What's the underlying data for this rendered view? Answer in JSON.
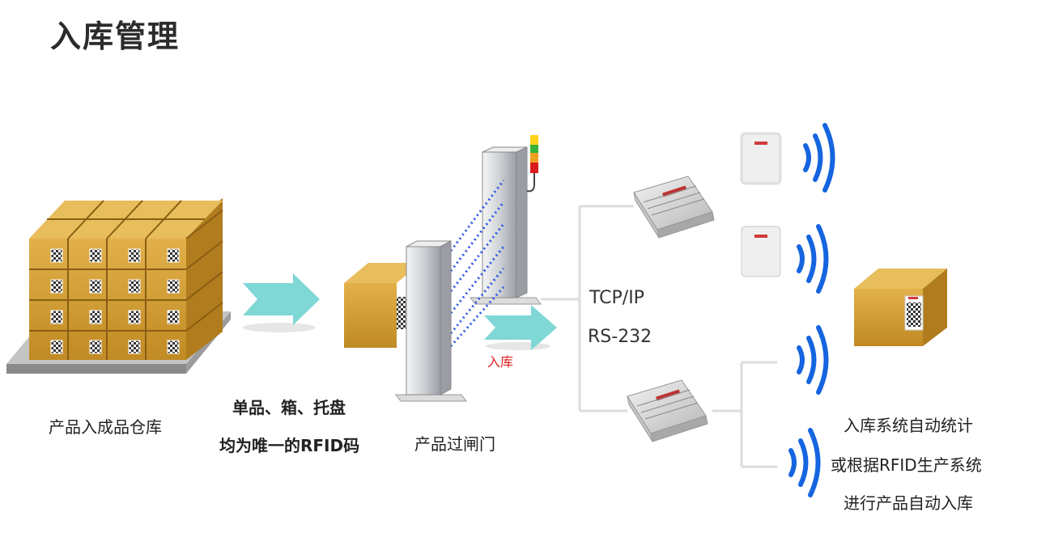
{
  "title": "入库管理",
  "labels": {
    "warehouse": "产品入成品仓库",
    "unique_line1": "单品、箱、托盘",
    "unique_line2": "均为唯一的RFID码",
    "gate": "产品过闸门",
    "inbound": "入库",
    "protocol_tcp": "TCP/IP",
    "protocol_rs": "RS-232",
    "result_line1": "入库系统自动统计",
    "result_line2": "或根据RFID生产系统",
    "result_line3": "进行产品自动入库"
  },
  "colors": {
    "arrow": "#7fd7d6",
    "box": "#d9a43a",
    "signal": "#1565e0",
    "beam": "#2b55e6",
    "gate": "#cfd2d6"
  }
}
